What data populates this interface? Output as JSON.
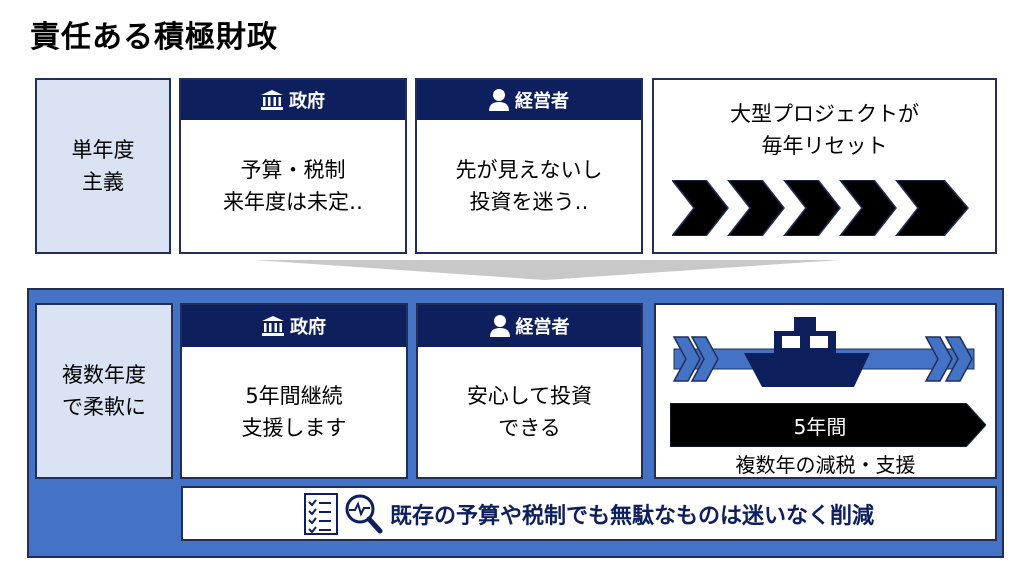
{
  "title": "責任ある積極財政",
  "top": {
    "label": [
      "単年度",
      "主義"
    ],
    "government": {
      "header": "政府",
      "lines": [
        "予算・税制",
        "来年度は未定‥"
      ]
    },
    "manager": {
      "header": "経営者",
      "lines": [
        "先が見えないし",
        "投資を迷う‥"
      ]
    },
    "right": {
      "lines": [
        "大型プロジェクトが",
        "毎年リセット"
      ]
    }
  },
  "bottom": {
    "label": [
      "複数年度",
      "で柔軟に"
    ],
    "government": {
      "header": "政府",
      "lines": [
        "5年間継続",
        "支援します"
      ]
    },
    "manager": {
      "header": "経営者",
      "lines": [
        "安心して投資",
        "できる"
      ]
    },
    "right": {
      "arrow_label": "5年間",
      "caption": "複数年の減税・支援"
    },
    "banner": "既存の予算や税制でも無駄なものは迷いなく削減"
  },
  "colors": {
    "navy": "#0d1f5c",
    "blue": "#4472c4",
    "light": "#dae3f3"
  }
}
